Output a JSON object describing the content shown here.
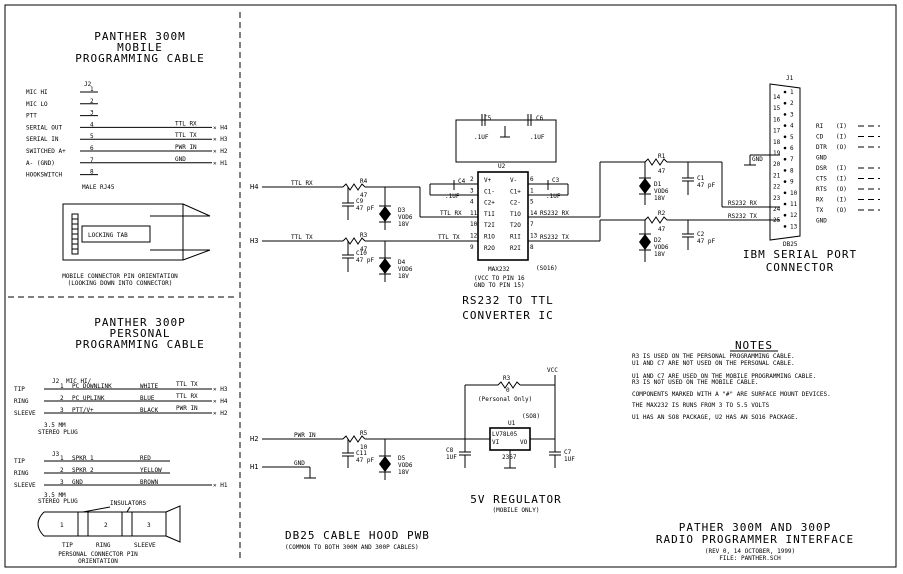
{
  "panther300m": {
    "title_lines": [
      "PANTHER 300M",
      "MOBILE",
      "PROGRAMMING CABLE"
    ],
    "connector_ref": "J2",
    "pins": [
      {
        "name": "MIC HI",
        "num": "1"
      },
      {
        "name": "MIC LO",
        "num": "2"
      },
      {
        "name": "PTT",
        "num": "3"
      },
      {
        "name": "SERIAL OUT",
        "num": "4",
        "net": "TTL RX",
        "dest": "H4"
      },
      {
        "name": "SERIAL IN",
        "num": "5",
        "net": "TTL TX",
        "dest": "H3"
      },
      {
        "name": "SWITCHED A+",
        "num": "6",
        "net": "PWR IN",
        "dest": "H2"
      },
      {
        "name": "A- (GND)",
        "num": "7",
        "net": "GND",
        "dest": "H1"
      },
      {
        "name": "HOOKSWITCH",
        "num": "8"
      }
    ],
    "connector_type": "MALE RJ45",
    "locking_tab": "LOCKING TAB",
    "orientation_lines": [
      "MOBILE CONNECTOR PIN ORIENTATION",
      "(LOOKING DOWN INTO CONNECTOR)"
    ]
  },
  "panther300p": {
    "title_lines": [
      "PANTHER 300P",
      "PERSONAL",
      "PROGRAMMING CABLE"
    ],
    "j2": {
      "ref": "J2",
      "header": "MIC HI/",
      "rows": [
        {
          "side": "TIP",
          "num": "1",
          "signal": "PC DOWNLINK",
          "color": "WHITE",
          "net": "TTL TX",
          "dest": "H3"
        },
        {
          "side": "RING",
          "num": "2",
          "signal": "PC UPLINK",
          "color": "BLUE",
          "net": "TTL RX",
          "dest": "H4"
        },
        {
          "side": "SLEEVE",
          "num": "3",
          "signal": "PTT/V+",
          "color": "BLACK",
          "net": "PWR IN",
          "dest": "H2"
        }
      ],
      "plug_lines": [
        "3.5 MM",
        "STEREO PLUG"
      ]
    },
    "j3": {
      "ref": "J3",
      "rows": [
        {
          "side": "TIP",
          "num": "1",
          "signal": "SPKR 1",
          "color": "RED"
        },
        {
          "side": "RING",
          "num": "2",
          "signal": "SPKR 2",
          "color": "YELLOW"
        },
        {
          "side": "SLEEVE",
          "num": "3",
          "signal": "GND",
          "color": "BROWN",
          "dest": "H1"
        }
      ],
      "plug_lines": [
        "3.5 MM",
        "STEREO PLUG"
      ]
    },
    "insulators": "INSULATORS",
    "segments": [
      "1",
      "2",
      "3"
    ],
    "segment_labels": [
      "TIP",
      "RING",
      "SLEEVE"
    ],
    "orientation_lines": [
      "PERSONAL CONNECTOR PIN",
      "ORIENTATION"
    ]
  },
  "converter": {
    "label_lines": [
      "RS232 TO TTL",
      "CONVERTER IC"
    ],
    "ic_ref": "U2",
    "ic_part": "MAX232",
    "so16": "(SO16)",
    "pin_notes": [
      "(VCC TO PIN 16",
      "GND TO PIN 15)"
    ],
    "left_pins": [
      "V+",
      "C1-",
      "C2+",
      "T1I",
      "T2I",
      "R1O",
      "R2O"
    ],
    "right_pins": [
      "V-",
      "C1+",
      "C2-",
      "T1O",
      "T2O",
      "R1I",
      "R2I"
    ],
    "left_nums": [
      "2",
      "3",
      "4",
      "11",
      "10",
      "12",
      "9"
    ],
    "right_nums": [
      "6",
      "1",
      "5",
      "14",
      "7",
      "13",
      "8"
    ],
    "caps": [
      {
        "ref": "C5",
        "val": ".1UF"
      },
      {
        "ref": "C6",
        "val": ".1UF"
      },
      {
        "ref": "C4",
        "val": ".1UF"
      },
      {
        "ref": "C3",
        "val": ".1UF"
      }
    ],
    "inputs": [
      {
        "dest": "H4",
        "net": "TTL RX",
        "r_ref": "R4",
        "r_val": "47",
        "c_ref": "C9",
        "c_val": "47 pF",
        "d_ref": "D3",
        "d_part": "VOD6",
        "d_v": "18V",
        "ic_net": "TTL RX"
      },
      {
        "dest": "H3",
        "net": "TTL TX",
        "r_ref": "R3",
        "r_val": "47",
        "c_ref": "C10",
        "c_val": "47 pF",
        "d_ref": "D4",
        "d_part": "VOD6",
        "d_v": "18V",
        "ic_net": "TTL TX"
      }
    ],
    "rs232_nets": [
      "RS232 RX",
      "RS232 TX"
    ]
  },
  "serial_side": {
    "r1": {
      "ref": "R1",
      "val": "47"
    },
    "r2": {
      "ref": "R2",
      "val": "47"
    },
    "c1": {
      "ref": "C1",
      "val": "47 pF"
    },
    "c2": {
      "ref": "C2",
      "val": "47 pF"
    },
    "d1": {
      "ref": "D1",
      "part": "VOD6",
      "v": "18V"
    },
    "d2": {
      "ref": "D2",
      "part": "VOD6",
      "v": "18V"
    },
    "nets": [
      "RS232 RX",
      "RS232 TX"
    ],
    "gnd": "GND"
  },
  "ibm": {
    "ref": "J1",
    "type": "DB25",
    "label_lines": [
      "IBM SERIAL PORT",
      "CONNECTOR"
    ],
    "pins_left": [
      "1",
      "2",
      "3",
      "4",
      "5",
      "6",
      "7",
      "8",
      "9",
      "10",
      "11",
      "12",
      "13"
    ],
    "pins_right": [
      "14",
      "15",
      "16",
      "17",
      "18",
      "19",
      "20",
      "21",
      "22",
      "23",
      "24",
      "25"
    ],
    "signals": [
      {
        "name": "RI",
        "dir": "(I)"
      },
      {
        "name": "CD",
        "dir": "(I)"
      },
      {
        "name": "DTR",
        "dir": "(O)"
      },
      {
        "name": "GND",
        "dir": ""
      },
      {
        "name": "DSR",
        "dir": "(I)"
      },
      {
        "name": "CTS",
        "dir": "(I)"
      },
      {
        "name": "RTS",
        "dir": "(O)"
      },
      {
        "name": "RX",
        "dir": "(I)"
      },
      {
        "name": "TX",
        "dir": "(O)"
      },
      {
        "name": "GND",
        "dir": ""
      }
    ]
  },
  "regulator": {
    "label_lines": [
      "5V REGULATOR",
      "(MOBILE ONLY)"
    ],
    "vcc": "VCC",
    "r3": {
      "ref": "R3",
      "val": "0"
    },
    "r3_note": "(Personal Only)",
    "u1_ref": "U1",
    "u1_pkg": "(SO8)",
    "u1_part": "LV78L05",
    "u1_pins": [
      "VI",
      "VO"
    ],
    "gnd_pins": "2367",
    "in_net": "PWR IN",
    "in_dest": "H2",
    "r5": {
      "ref": "R5",
      "val": "10"
    },
    "c11": {
      "ref": "C11",
      "val": "47 pF"
    },
    "d5": {
      "ref": "D5",
      "part": "VOD6",
      "v": "18V"
    },
    "c8": {
      "ref": "C8",
      "val": "1UF"
    },
    "c7": {
      "ref": "C7",
      "val": "1UF"
    },
    "gnd_net": "GND",
    "gnd_dest": "H1"
  },
  "pcb": {
    "label": "DB25 CABLE HOOD PWB",
    "note": "(COMMON TO BOTH 300M AND 300P CABLES)"
  },
  "notes": {
    "title": "NOTES",
    "lines": [
      "R3 IS USED ON THE PERSONAL PROGRAMMING CABLE.",
      "U1 AND C7 ARE NOT USED ON THE PERSONAL CABLE.",
      "U1 AND C7 ARE USED ON THE MOBILE PROGRAMMING CABLE.",
      "R3 IS NOT USED ON THE MOBILE CABLE.",
      "COMPONENTS MARKED WITH A \"#\" ARE SURFACE MOUNT DEVICES.",
      "THE MAX232 IS RUNS FROM 3 TO 5.5 VOLTS",
      "U1 HAS AN SO8 PACKAGE, U2 HAS AN SO16 PACKAGE."
    ]
  },
  "titleblock": {
    "lines": [
      "PATHER 300M AND 300P",
      "RADIO PROGRAMMER INTERFACE"
    ],
    "rev": "(REV 0, 14 OCTOBER, 1999)",
    "file": "FILE: PANTHER.SCH"
  }
}
